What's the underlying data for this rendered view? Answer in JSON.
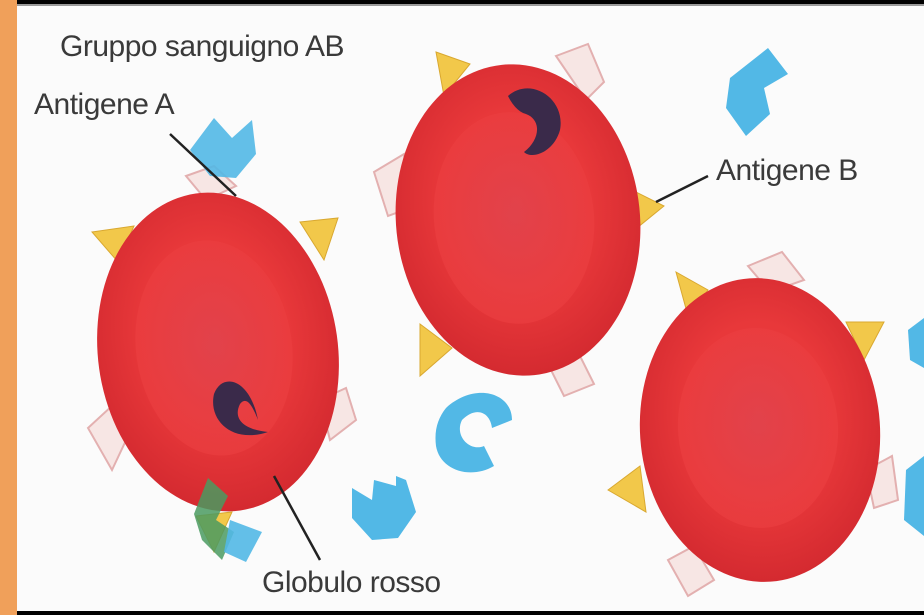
{
  "figure": {
    "title": "Gruppo sanguigno AB",
    "labels": {
      "antigen_a": "Antigene A",
      "antigen_b": "Antigene B",
      "red_cell": "Globulo rosso"
    }
  },
  "colors": {
    "frame_orange": "#f0a05a",
    "background": "#fbfbfb",
    "cell_red": "#e8383a",
    "cell_dark_red": "#c4202a",
    "antigen_a_yellow": "#f2c84a",
    "antigen_b_pale": "#f7e6e4",
    "antibody_blue": "#52b8e6",
    "antibody_dark": "#3a2a4a"
  },
  "icons": [
    "red-blood-cell-icon",
    "antigen-a-icon",
    "antigen-b-icon",
    "antibody-icon"
  ]
}
